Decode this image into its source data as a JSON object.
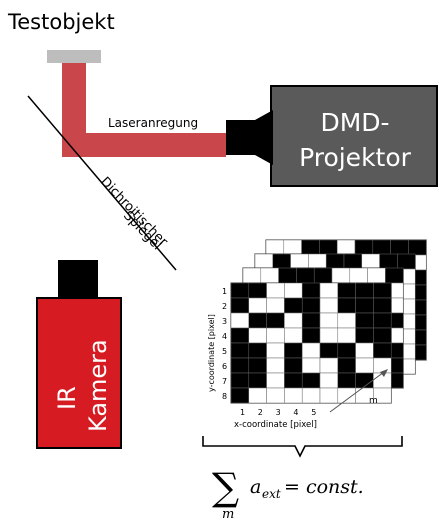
{
  "labels": {
    "test_object": "Testobjekt",
    "laser": "Laseranregung",
    "dmd_line1": "DMD-",
    "dmd_line2": "Projektor",
    "mirror_line1": "Dichroitischer",
    "mirror_line2": "Spiegel",
    "camera_line1": "IR",
    "camera_line2": "Kamera",
    "y_axis": "y-coordinate [pixel]",
    "x_axis": "x-coordinate [pixel]",
    "stack_index": "m",
    "x_ticks": [
      "1",
      "2",
      "3",
      "4",
      "5"
    ],
    "y_ticks": [
      "1",
      "2",
      "3",
      "4",
      "5",
      "6",
      "7",
      "8"
    ],
    "formula_sum": "∑",
    "formula_sub": "m",
    "formula_body": "a",
    "formula_body_sub": "ext",
    "formula_rest": " = const."
  },
  "pattern_front": [
    [
      1,
      1,
      0,
      0,
      1,
      0,
      1,
      1,
      1
    ],
    [
      1,
      0,
      0,
      1,
      1,
      0,
      1,
      1,
      1
    ],
    [
      0,
      1,
      1,
      0,
      1,
      0,
      0,
      1,
      1
    ],
    [
      1,
      0,
      0,
      0,
      1,
      0,
      0,
      1,
      1
    ],
    [
      1,
      1,
      0,
      1,
      0,
      1,
      1,
      0,
      1
    ],
    [
      1,
      1,
      0,
      1,
      0,
      0,
      1,
      0,
      0
    ],
    [
      1,
      1,
      0,
      1,
      1,
      0,
      1,
      1,
      0
    ],
    [
      1,
      0,
      0,
      0,
      0,
      0,
      0,
      0,
      0
    ]
  ],
  "colors": {
    "laser": "#c9474a",
    "projector": "#5a5a5a",
    "camera": "#d61b22",
    "object": "#bdbdbd"
  }
}
